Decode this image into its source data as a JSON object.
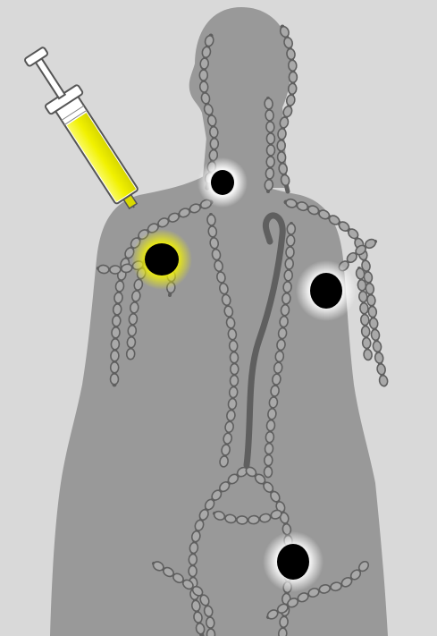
{
  "colors": {
    "background": "#d9d9d9",
    "body": "#999999",
    "vessel": "#5f5f5f",
    "vessel_light": "#8a8a8a",
    "node_fill": "#a9a9a9",
    "tumor": "#000000",
    "halo_white": "#ffffff",
    "halo_yellow": "#f4f400",
    "syringe_liquid": "#f1f100",
    "syringe_body": "#ffffff",
    "syringe_outline": "#555555"
  },
  "figure": {
    "subject": "human-torso-back-view",
    "system": "lymphatic-system",
    "tumor_count": 4,
    "injected_tumor": "left-shoulder-tumor",
    "instrument": "syringe-icon"
  }
}
